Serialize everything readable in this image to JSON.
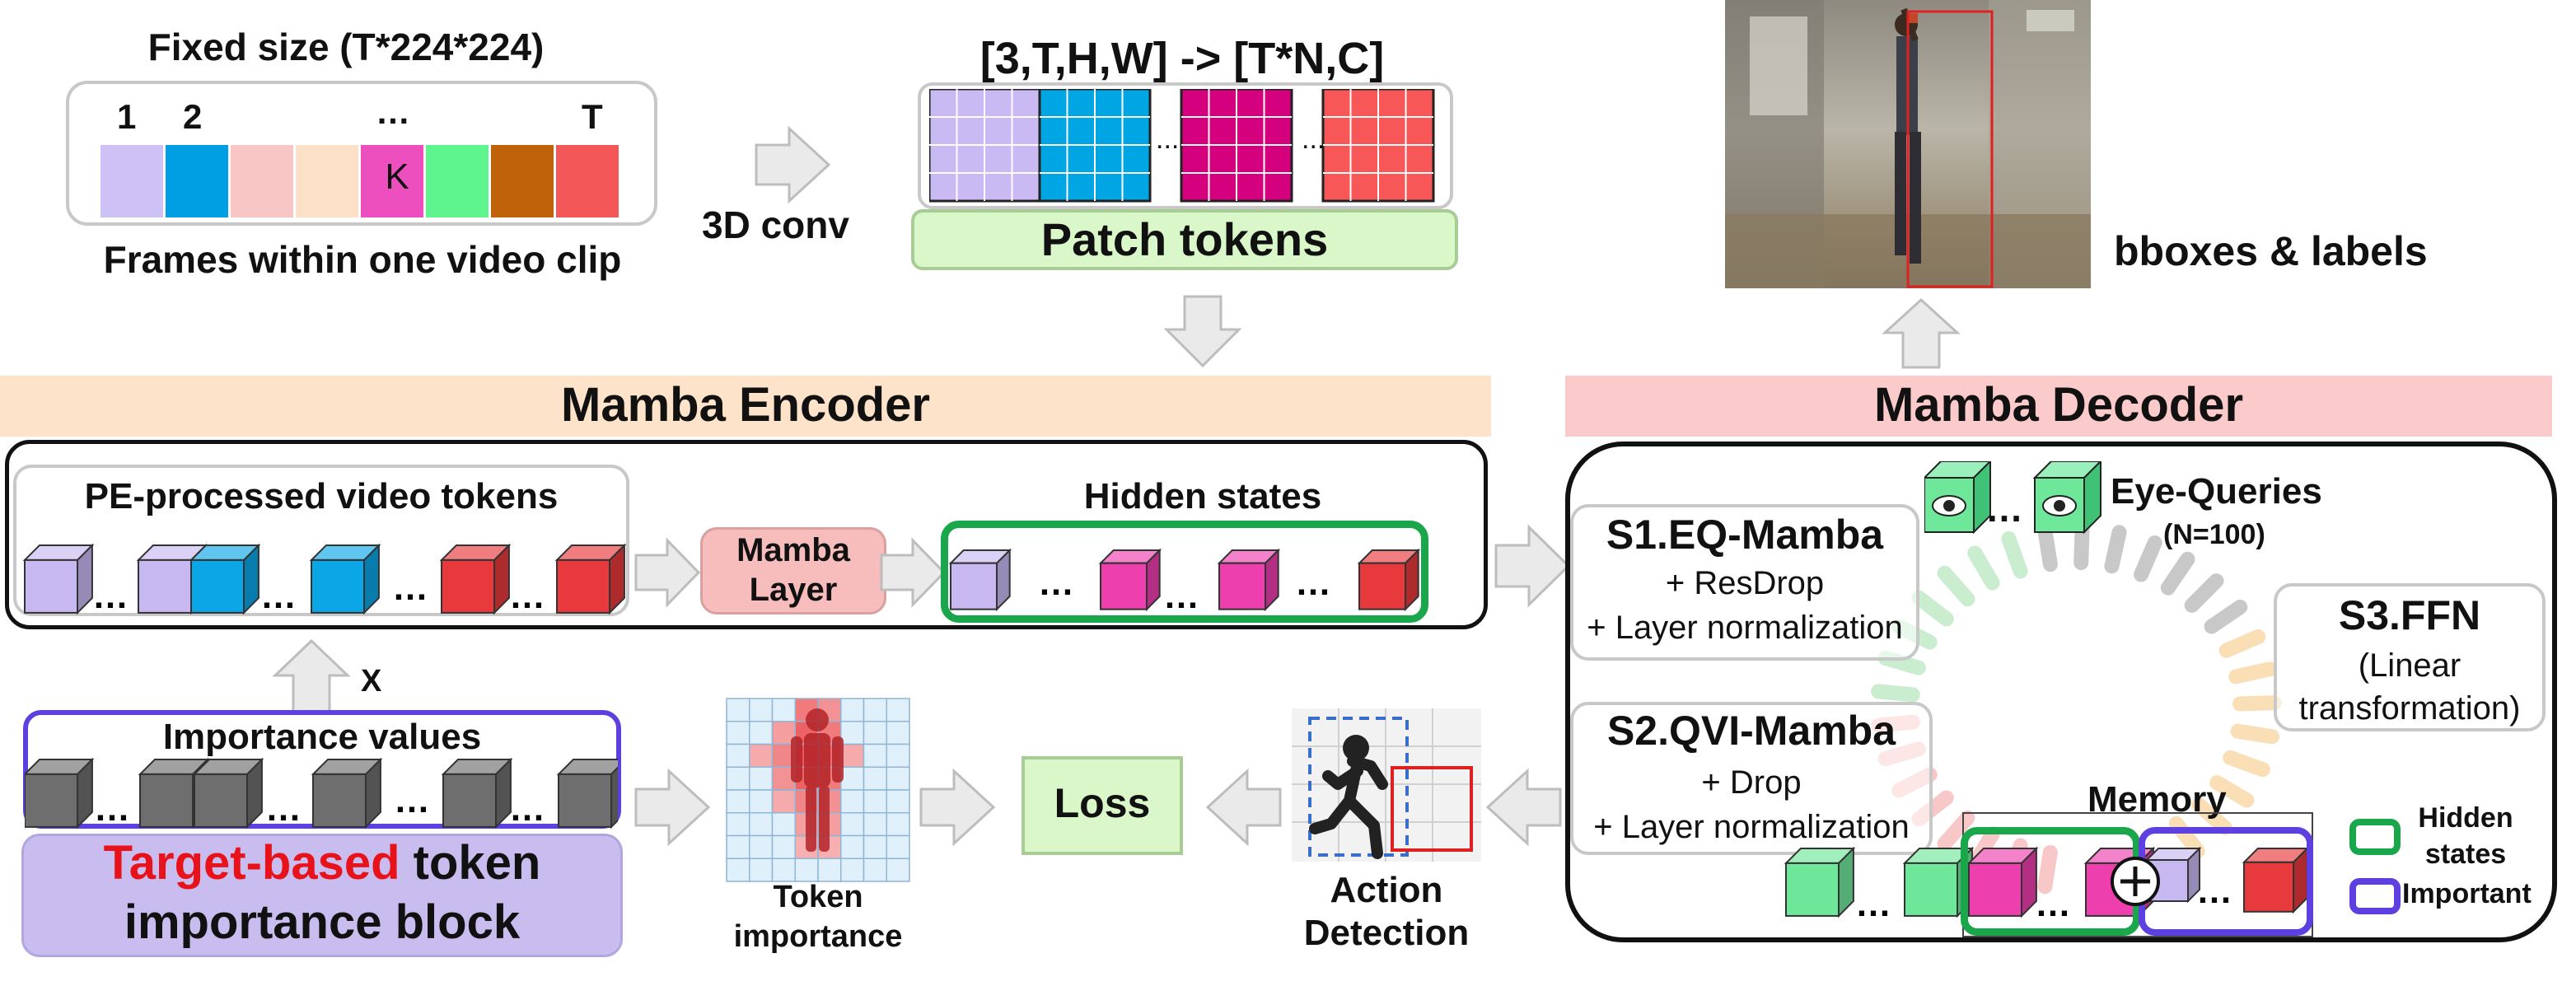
{
  "frames": {
    "title": "Fixed size (T*224*224)",
    "index_labels": [
      "1",
      "2",
      "…",
      "T"
    ],
    "k_label": "K",
    "caption": "Frames within one video clip",
    "colors": [
      "#cdc1f5",
      "#009fe3",
      "#f9c6c6",
      "#fde0c8",
      "#ee4fbf",
      "#5ef58e",
      "#c0620a",
      "#f45757"
    ]
  },
  "conv": {
    "label": "3D conv"
  },
  "patch": {
    "shape": "[3,T,H,W] -> [T*N,C]",
    "label": "Patch tokens",
    "ellipsis": "..."
  },
  "output": {
    "label": "bboxes & labels"
  },
  "encoder": {
    "title": "Mamba Encoder",
    "pe_label": "PE-processed video tokens",
    "layer_label_1": "Mamba",
    "layer_label_2": "Layer",
    "hidden_label": "Hidden states",
    "dots": "…"
  },
  "importance": {
    "x_label": "X",
    "values_label": "Importance values",
    "block_target": "Target-based",
    "block_token": " token",
    "block_line2": "importance block",
    "token_label_1": "Token",
    "token_label_2": "importance"
  },
  "loss": {
    "label": "Loss"
  },
  "action": {
    "label_1": "Action",
    "label_2": "Detection"
  },
  "decoder": {
    "title": "Mamba Decoder",
    "s1_title": "S1.EQ-Mamba",
    "s1_line1": "+ ResDrop",
    "s1_line2": "+ Layer normalization",
    "s2_title": "S2.QVI-Mamba",
    "s2_line1": "+ Drop",
    "s2_line2": "+ Layer normalization",
    "s3_title": "S3.FFN",
    "s3_line1": "(Linear",
    "s3_line2": "transformation)",
    "eye_label": "Eye-Queries",
    "eye_n": "(N=100)",
    "memory_label": "Memory",
    "plus": "+",
    "legend_hidden_1": "Hidden",
    "legend_hidden_2": "states",
    "legend_important": "Important"
  },
  "palette": {
    "purple": "#c8b8f2",
    "blue": "#0aa6e6",
    "red": "#e8393c",
    "magenta": "#ee3fae",
    "gray": "#6e6e6e",
    "green": "#6ee79a",
    "green_border": "#1aa64a",
    "violet_border": "#5e3fe0",
    "encoder_band": "#fde3c9",
    "decoder_band": "#fbcaca",
    "light_green": "#d9f7c8",
    "block_purple": "#c9bcef",
    "layer_pink": "#f7bcbc"
  }
}
